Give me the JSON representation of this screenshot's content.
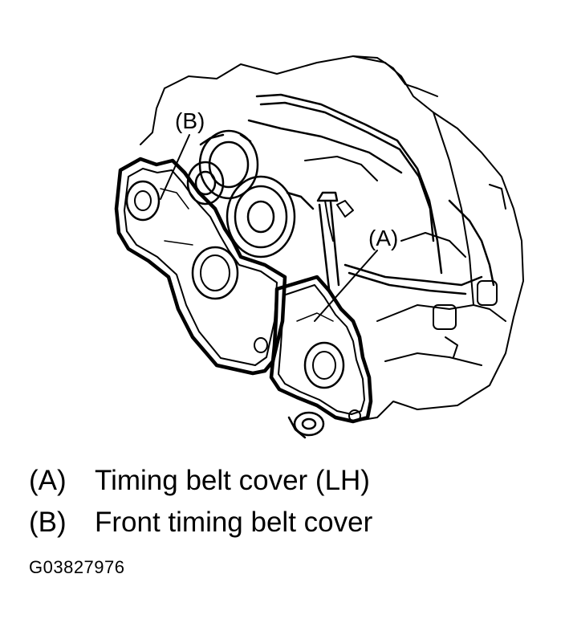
{
  "figure": {
    "callout_a": "(A)",
    "callout_b": "(B)"
  },
  "legend": [
    {
      "key": "(A)",
      "text": "Timing belt cover (LH)"
    },
    {
      "key": "(B)",
      "text": "Front timing belt cover"
    }
  ],
  "figure_id": "G03827976",
  "colors": {
    "ink": "#000000",
    "background": "#ffffff"
  }
}
